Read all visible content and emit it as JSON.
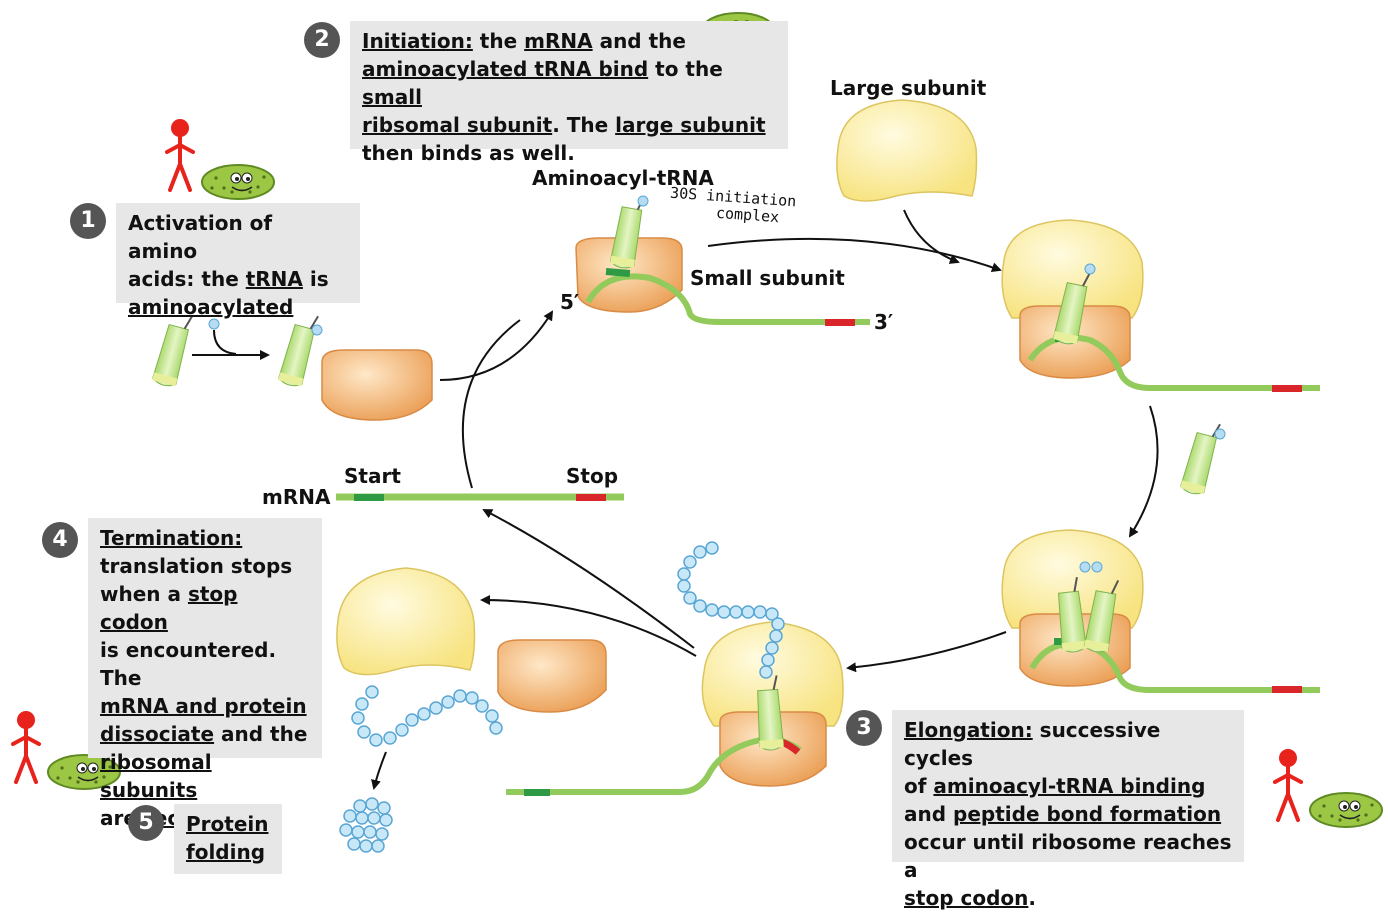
{
  "steps": {
    "s1": {
      "number": "1",
      "l1a": "Activation of amino",
      "l2a": "acids: the ",
      "l2b": "tRNA",
      "l2c": " is",
      "l3a": "aminoacylated"
    },
    "s2": {
      "number": "2",
      "a": "Initiation:",
      "b": " the ",
      "c": "mRNA",
      "d": " and the",
      "e": "aminoacylated tRNA bind",
      "f": " to the ",
      "g": "small",
      "h": "ribsomal subunit",
      "i": ". The ",
      "j": "large subunit",
      "k": "then binds as well."
    },
    "s3": {
      "number": "3",
      "a": "Elongation:",
      "b": " successive cycles",
      "c": "of ",
      "d": "aminoacyl-tRNA binding",
      "e": "and ",
      "f": "peptide bond formation",
      "g": "occur until ribosome reaches a",
      "h": "stop codon",
      "i": "."
    },
    "s4": {
      "number": "4",
      "a": "Termination:",
      "b": "translation stops",
      "c": "when a ",
      "d": "stop codon",
      "e": "is encountered. The",
      "f": "mRNA and protein",
      "g": "dissociate",
      "h": " and the",
      "i": "ribosomal subunits",
      "j": "are ",
      "k": "recycled",
      "l": "."
    },
    "s5": {
      "number": "5",
      "a": "Protein",
      "b": "folding"
    }
  },
  "labels": {
    "large_subunit": "Large subunit",
    "aminoacyl_trna": "Aminoacyl-tRNA",
    "small_subunit": "Small subunit",
    "five_prime": "5′",
    "three_prime": "3′",
    "mrna": "mRNA",
    "start": "Start",
    "stop": "Stop",
    "handwritten_1": "30S initiation",
    "handwritten_2": "complex"
  },
  "colors": {
    "large_subunit": "#fbeea0",
    "small_subunit": "#efad6c",
    "mrna": "#92cb5c",
    "start_codon": "#2e9a44",
    "stop_codon": "#d8262a",
    "trna": "#c5e58e",
    "amino_acid": "#b5dcf2",
    "person": "#e8231c",
    "bacterium": "#9cc744",
    "box": "#e7e7e7"
  }
}
